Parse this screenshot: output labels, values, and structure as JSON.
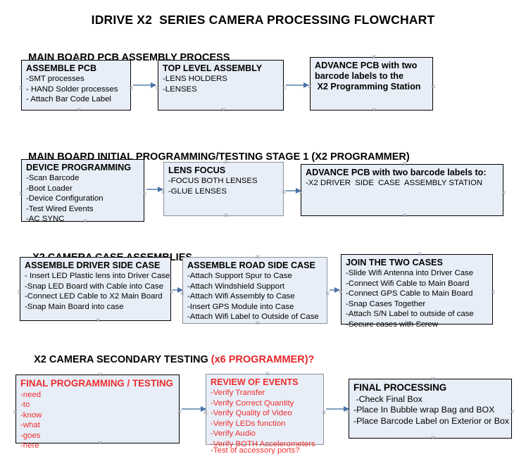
{
  "document": {
    "title": "IDRIVE X2  SERIES CAMERA PROCESSING FLOWCHART"
  },
  "sections": [
    {
      "heading": "MAIN BOARD PCB ASSEMBLY PROCESS",
      "heading_accent": "",
      "nodes": [
        {
          "title": "ASSEMBLE PCB",
          "lines": [
            "-SMT processes",
            "- HAND Solder processes",
            "- Attach Bar Code Label"
          ]
        },
        {
          "title": "TOP LEVEL ASSEMBLY",
          "lines": [
            "-LENS HOLDERS",
            "-LENSES"
          ]
        },
        {
          "title": "ADVANCE PCB with two",
          "lines": [
            "barcode labels to the",
            " X2 Programming Station"
          ]
        }
      ]
    },
    {
      "heading": "MAIN BOARD INITIAL PROGRAMMING/TESTING STAGE 1 (X2 PROGRAMMER)",
      "heading_accent": "",
      "nodes": [
        {
          "title": "DEVICE PROGRAMMING",
          "lines": [
            "-Scan Barcode",
            "-Boot Loader",
            "-Device Configuration",
            "-Test Wired Events",
            "-AC SYNC"
          ]
        },
        {
          "title": "LENS FOCUS",
          "lines": [
            "-FOCUS BOTH LENSES",
            "-GLUE LENSES"
          ]
        },
        {
          "title": "ADVANCE PCB with two barcode labels to:",
          "lines": [
            "-X2 DRIVER  SIDE  CASE  ASSEMBLY STATION"
          ]
        }
      ]
    },
    {
      "heading": "X2 CAMERA CASE ASSEMBLIES",
      "heading_accent": "",
      "nodes": [
        {
          "title": "ASSEMBLE DRIVER SIDE CASE",
          "lines": [
            "- Insert LED Plastic lens into Driver Case",
            "-Snap LED Board with Cable into Case",
            "-Connect LED Cable to X2 Main Board",
            "-Snap Main Board into case"
          ]
        },
        {
          "title": "ASSEMBLE ROAD SIDE CASE",
          "lines": [
            "-Attach Support Spur to Case",
            "-Attach Windshield Support",
            "-Attach Wifi Assembly to Case",
            "-Insert GPS Module into Case",
            "-Attach Wifi Label to Outside of Case"
          ]
        },
        {
          "title": "JOIN THE TWO CASES",
          "lines": [
            "-Slide Wifi Antenna into Driver Case",
            "-Connect Wifi Cable to Main Board",
            "-Connect GPS Cable to Main Board",
            "-Snap Cases Together",
            "-Attach S/N Label to outside of case",
            "-Secure cases with Screw"
          ]
        }
      ]
    },
    {
      "heading": "X2 CAMERA SECONDARY TESTING ",
      "heading_accent": "(x6 PROGRAMMER)?",
      "nodes": [
        {
          "title": "FINAL PROGRAMMING / TESTING",
          "lines": [
            "-need",
            "-to",
            "-know",
            "-what",
            "-goes",
            "-here"
          ]
        },
        {
          "title": "REVIEW OF EVENTS",
          "lines": [
            "-Verify Transfer",
            "-Verify Correct Quantity",
            "-Verify Quality of Video",
            "-Verify LEDs function",
            "-Verify Audio",
            "-Verify BOTH Accelerometers"
          ],
          "overflow_line": "-Test of accessory ports?"
        },
        {
          "title": "FINAL PROCESSING",
          "lines": [
            " -Check Final Box",
            "-Place In Bubble wrap Bag and BOX",
            "-Place Barcode Label on Exterior or Box"
          ]
        }
      ]
    }
  ],
  "colors": {
    "node_fill": "#e8eef7",
    "node_border": "#000000",
    "node_border_gray": "#8e9298",
    "accent_red": "#ef2d2d",
    "connector": "#7f9fc0",
    "arrow_head": "#4a72a8"
  }
}
